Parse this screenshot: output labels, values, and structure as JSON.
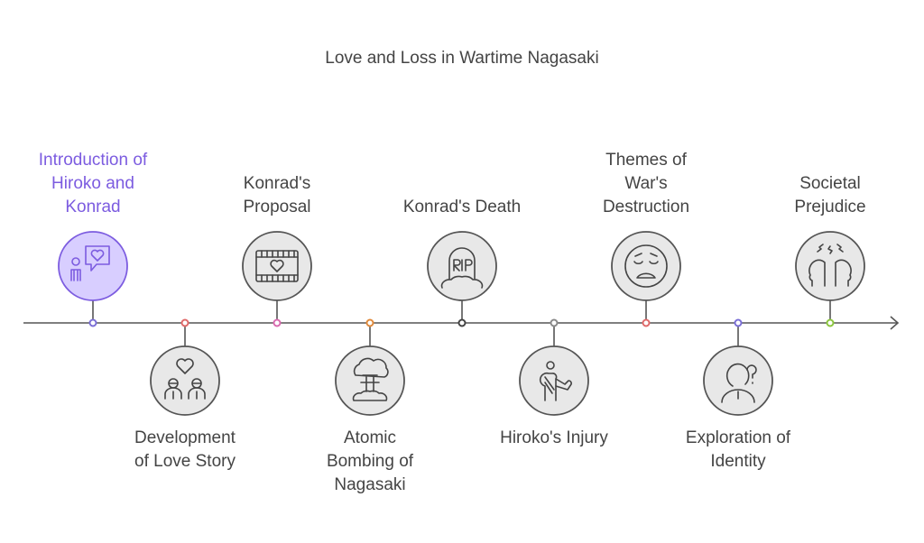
{
  "title": "Love and Loss in Wartime Nagasaki",
  "events": [
    {
      "label": "Introduction of\nHiroko and\nKonrad",
      "icon": "person-speech-heart-icon",
      "dot_color": "#7b6fd6",
      "highlight": true
    },
    {
      "label": "Development\nof Love Story",
      "icon": "couple-heart-icon",
      "dot_color": "#e06a6a",
      "highlight": false
    },
    {
      "label": "Konrad's\nProposal",
      "icon": "film-heart-icon",
      "dot_color": "#d96bb0",
      "highlight": false
    },
    {
      "label": "Atomic\nBombing of\nNagasaki",
      "icon": "mushroom-cloud-icon",
      "dot_color": "#e08a3c",
      "highlight": false
    },
    {
      "label": "Konrad's Death",
      "icon": "tombstone-rip-icon",
      "dot_color": "#444444",
      "highlight": false
    },
    {
      "label": "Hiroko's Injury",
      "icon": "injured-person-icon",
      "dot_color": "#8a8a8a",
      "highlight": false
    },
    {
      "label": "Themes of\nWar's\nDestruction",
      "icon": "sad-face-icon",
      "dot_color": "#e06a6a",
      "highlight": false
    },
    {
      "label": "Exploration of\nIdentity",
      "icon": "head-question-icon",
      "dot_color": "#7b6fd6",
      "highlight": false
    },
    {
      "label": "Societal\nPrejudice",
      "icon": "two-heads-tension-icon",
      "dot_color": "#8cc63f",
      "highlight": false
    }
  ]
}
